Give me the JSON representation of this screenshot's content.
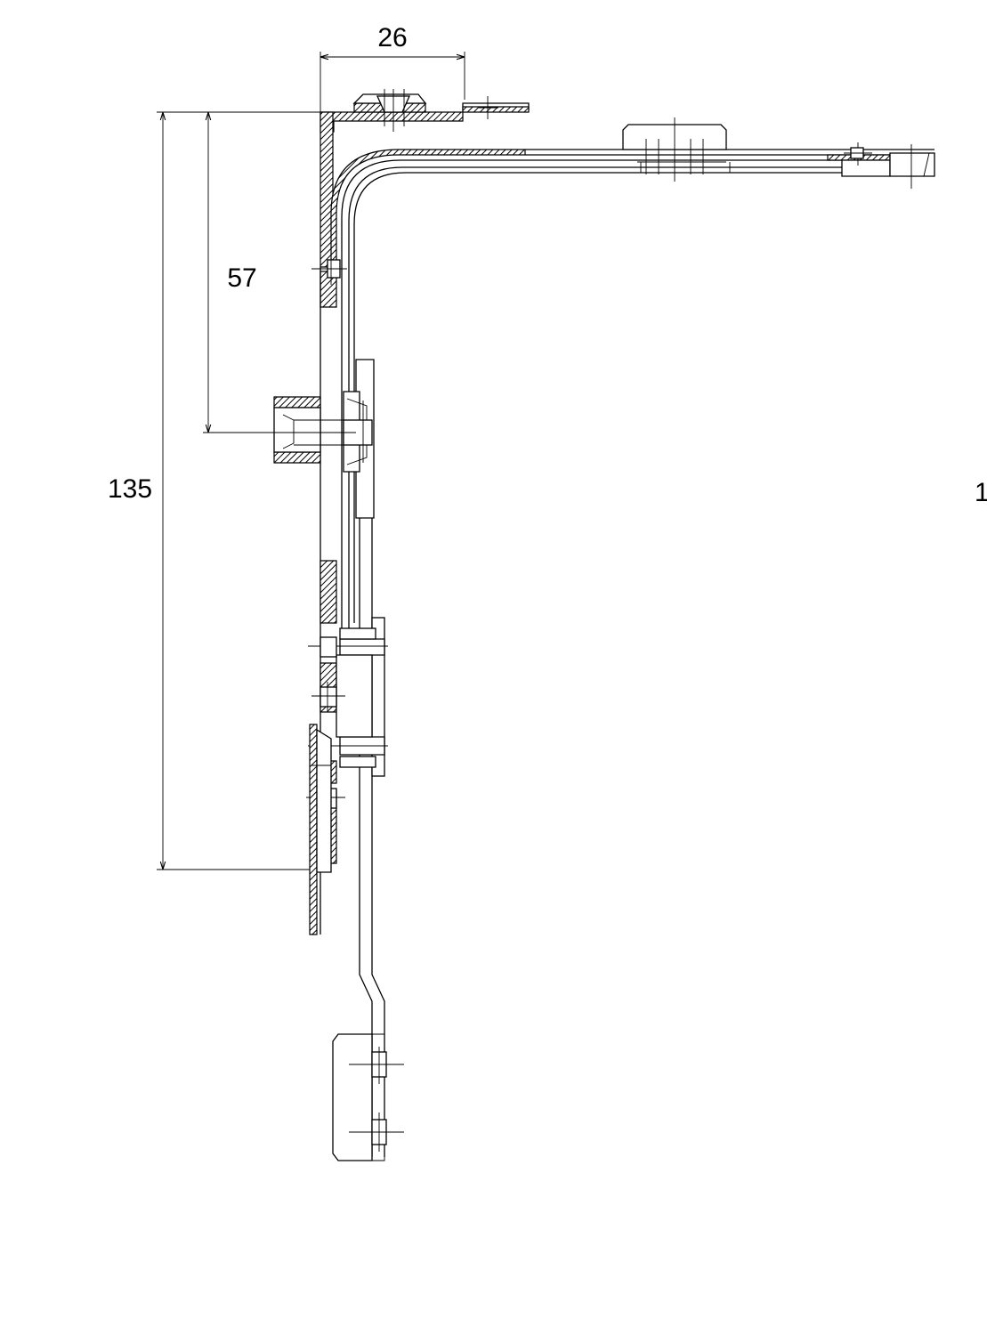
{
  "drawing": {
    "dimensions": {
      "width_top": "26",
      "height_upper": "57",
      "height_total": "135",
      "right_edge_label": "1"
    },
    "colors": {
      "line": "#000000",
      "background": "#ffffff"
    }
  }
}
